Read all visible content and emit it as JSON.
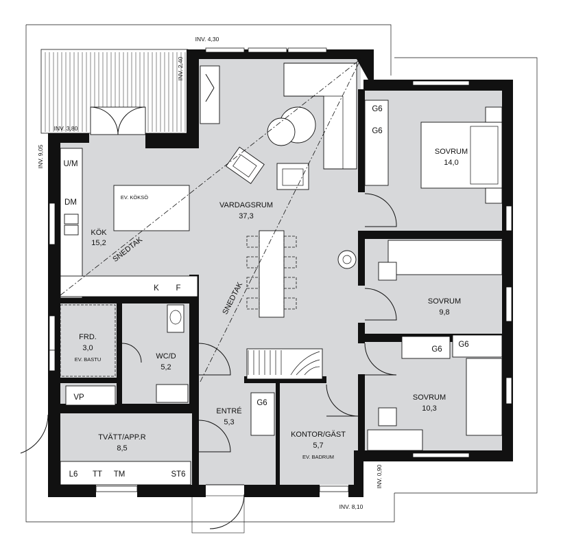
{
  "rooms": {
    "vardagsrum": {
      "name": "VARDAGSRUM",
      "area": "37,3"
    },
    "kok": {
      "name": "KÖK",
      "area": "15,2"
    },
    "sovrum1": {
      "name": "SOVRUM",
      "area": "14,0"
    },
    "sovrum2": {
      "name": "SOVRUM",
      "area": "9,8"
    },
    "sovrum3": {
      "name": "SOVRUM",
      "area": "10,3"
    },
    "frd": {
      "name": "FRD.",
      "area": "3,0",
      "note": "EV. BASTU"
    },
    "wcd": {
      "name": "WC/D",
      "area": "5,2"
    },
    "entre": {
      "name": "ENTRÉ",
      "area": "5,3"
    },
    "tvatt": {
      "name": "TVÄTT/APP.R",
      "area": "8,5"
    },
    "kontor": {
      "name": "KONTOR/GÄST",
      "area": "5,7",
      "note": "EV. BADRUM"
    }
  },
  "annotations": {
    "kokso": "EV. KÖKSÖ",
    "snedtak_1": "SNEDTAK",
    "snedtak_2": "SNEDTAK"
  },
  "dimensions": {
    "top": "INV. 4,30",
    "terrace_height": "INV. 2,40",
    "terrace_width": "INV. 3,80",
    "left": "INV. 9,05",
    "right_small": "INV. 0,90",
    "bottom": "INV. 8,10"
  },
  "fixtures": {
    "um": "U/M",
    "dm": "DM",
    "k": "K",
    "f": "F",
    "vp": "VP",
    "l6": "L6",
    "tt": "TT",
    "tm": "TM",
    "st6": "ST6",
    "g6": "G6"
  }
}
